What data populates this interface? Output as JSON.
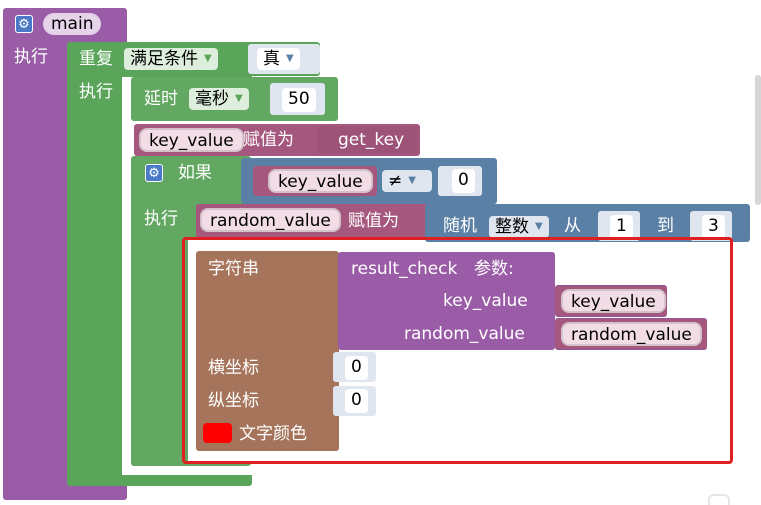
{
  "main_block": {
    "title": "main",
    "exec_label": "执行"
  },
  "repeat_block": {
    "label": "重复",
    "condition_dropdown": "满足条件",
    "value_dropdown": "真",
    "exec_label": "执行"
  },
  "delay_block": {
    "label": "延时",
    "unit_dropdown": "毫秒",
    "value": "50"
  },
  "assign_key_block": {
    "var": "key_value",
    "assign_label": "赋值为",
    "func": "get_key"
  },
  "if_block": {
    "label": "如果",
    "exec_label": "执行",
    "left": "key_value",
    "op_dropdown": "≠",
    "right": "0"
  },
  "assign_random_block": {
    "var": "random_value",
    "assign_label": "赋值为",
    "random_label": "随机",
    "type_dropdown": "整数",
    "from_label": "从",
    "from_value": "1",
    "to_label": "到",
    "to_value": "3"
  },
  "string_block": {
    "label": "字符串",
    "x_label": "横坐标",
    "x_value": "0",
    "y_label": "纵坐标",
    "y_value": "0",
    "color_label": "文字颜色",
    "color_value": "#ff0000"
  },
  "result_check_block": {
    "func": "result_check",
    "params_label": "参数:",
    "param1_label": "key_value",
    "param1_value": "key_value",
    "param2_label": "random_value",
    "param2_value": "random_value"
  },
  "colors": {
    "main": "#9a5ca6",
    "loop": "#5ba55b",
    "variable": "#a5577d",
    "logic": "#5b80a5",
    "text": "#a5745b",
    "highlight": "#e02020"
  }
}
